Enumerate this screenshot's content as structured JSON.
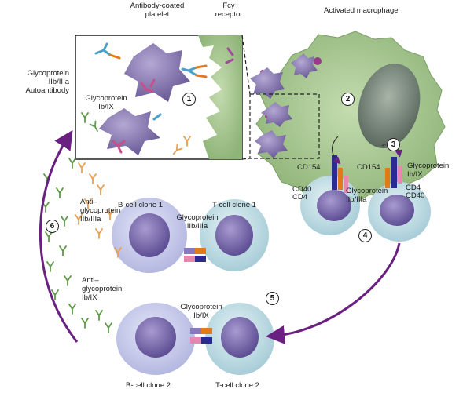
{
  "labels": {
    "antibody_coated_platelet": [
      "Antibody-coated",
      "platelet"
    ],
    "fc_receptor": [
      "Fcγ",
      "receptor"
    ],
    "activated_macrophage": "Activated macrophage",
    "glycoprotein_iib_iiia_left": [
      "Glycoprotein",
      "IIb/IIIa"
    ],
    "autoantibody": "Autoantibody",
    "glycoprotein_ib_ix_inset": [
      "Glycoprotein",
      "Ib/IX"
    ],
    "cd154_left": "CD154",
    "cd154_right": "CD154",
    "cd40_left": "CD40",
    "cd4_left": "CD4",
    "glycoprotein_iib_iiia_right": [
      "Glycoprotein",
      "IIb/IIIa"
    ],
    "glycoprotein_ib_ix_right": [
      "Glycoprotein",
      "Ib/IX"
    ],
    "cd4_right": "CD4",
    "cd40_right": "CD40",
    "b_cell_clone_1": "B-cell clone 1",
    "t_cell_clone_1": "T-cell clone 1",
    "glycoprotein_iib_iiia_mid": [
      "Glycoprotein",
      "IIb/IIIa"
    ],
    "anti_glycoprotein_iib_iiia": [
      "Anti–",
      "glycoprotein",
      "IIb/IIIa"
    ],
    "anti_glycoprotein_ib_ix": [
      "Anti–",
      "glycoprotein",
      "Ib/IX"
    ],
    "glycoprotein_ib_ix_mid": [
      "Glycoprotein",
      "Ib/IX"
    ],
    "b_cell_clone_2": "B-cell clone 2",
    "t_cell_clone_2": "T-cell clone 2"
  },
  "steps": [
    "1",
    "2",
    "3",
    "4",
    "5",
    "6"
  ],
  "colors": {
    "platelet": "#8a78b0",
    "macrophage": "#a8c890",
    "lymphocyte": "#c9ccec",
    "nucleus": "#7a6aa8",
    "antibody_orange": "#e8a050",
    "antibody_green": "#5e9a48",
    "arrow": "#6a2080",
    "cd154": "#2a2a90",
    "cd40": "#e07a1a"
  }
}
